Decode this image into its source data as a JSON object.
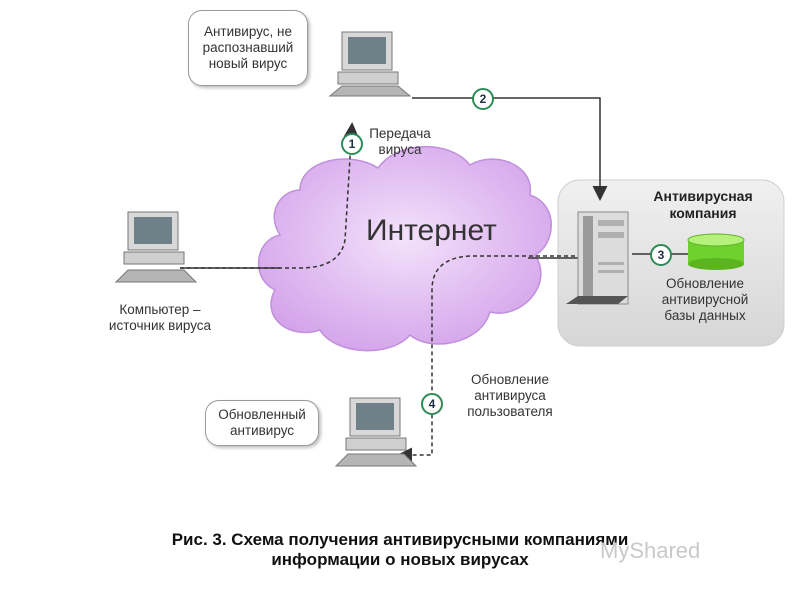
{
  "diagram": {
    "cloud_label": "Интернет",
    "bubble_top": [
      "Антивирус, не",
      "распознавший",
      "новый вирус"
    ],
    "bubble_bottom": [
      "Обновленный",
      "антивирус"
    ],
    "source_label": [
      "Компьютер –",
      "источник вируса"
    ],
    "transfer_label": [
      "Передача",
      "вируса"
    ],
    "company_title": [
      "Антивирусная",
      "компания"
    ],
    "db_update_label": [
      "Обновление",
      "антивирусной",
      "базы данных"
    ],
    "user_update_label": [
      "Обновление",
      "антивируса",
      "пользователя"
    ],
    "steps": [
      "1",
      "2",
      "3",
      "4"
    ]
  },
  "caption": [
    "Рис. 3. Схема получения антивирусными компаниями",
    "информации о новых вирусах"
  ],
  "watermark": "MyShared",
  "colors": {
    "cloud": "#dcaaf0",
    "company_panel": "#e2e2e2",
    "database": "#7ddc3a",
    "step_ring": "#2e8b57",
    "line": "#333333"
  }
}
